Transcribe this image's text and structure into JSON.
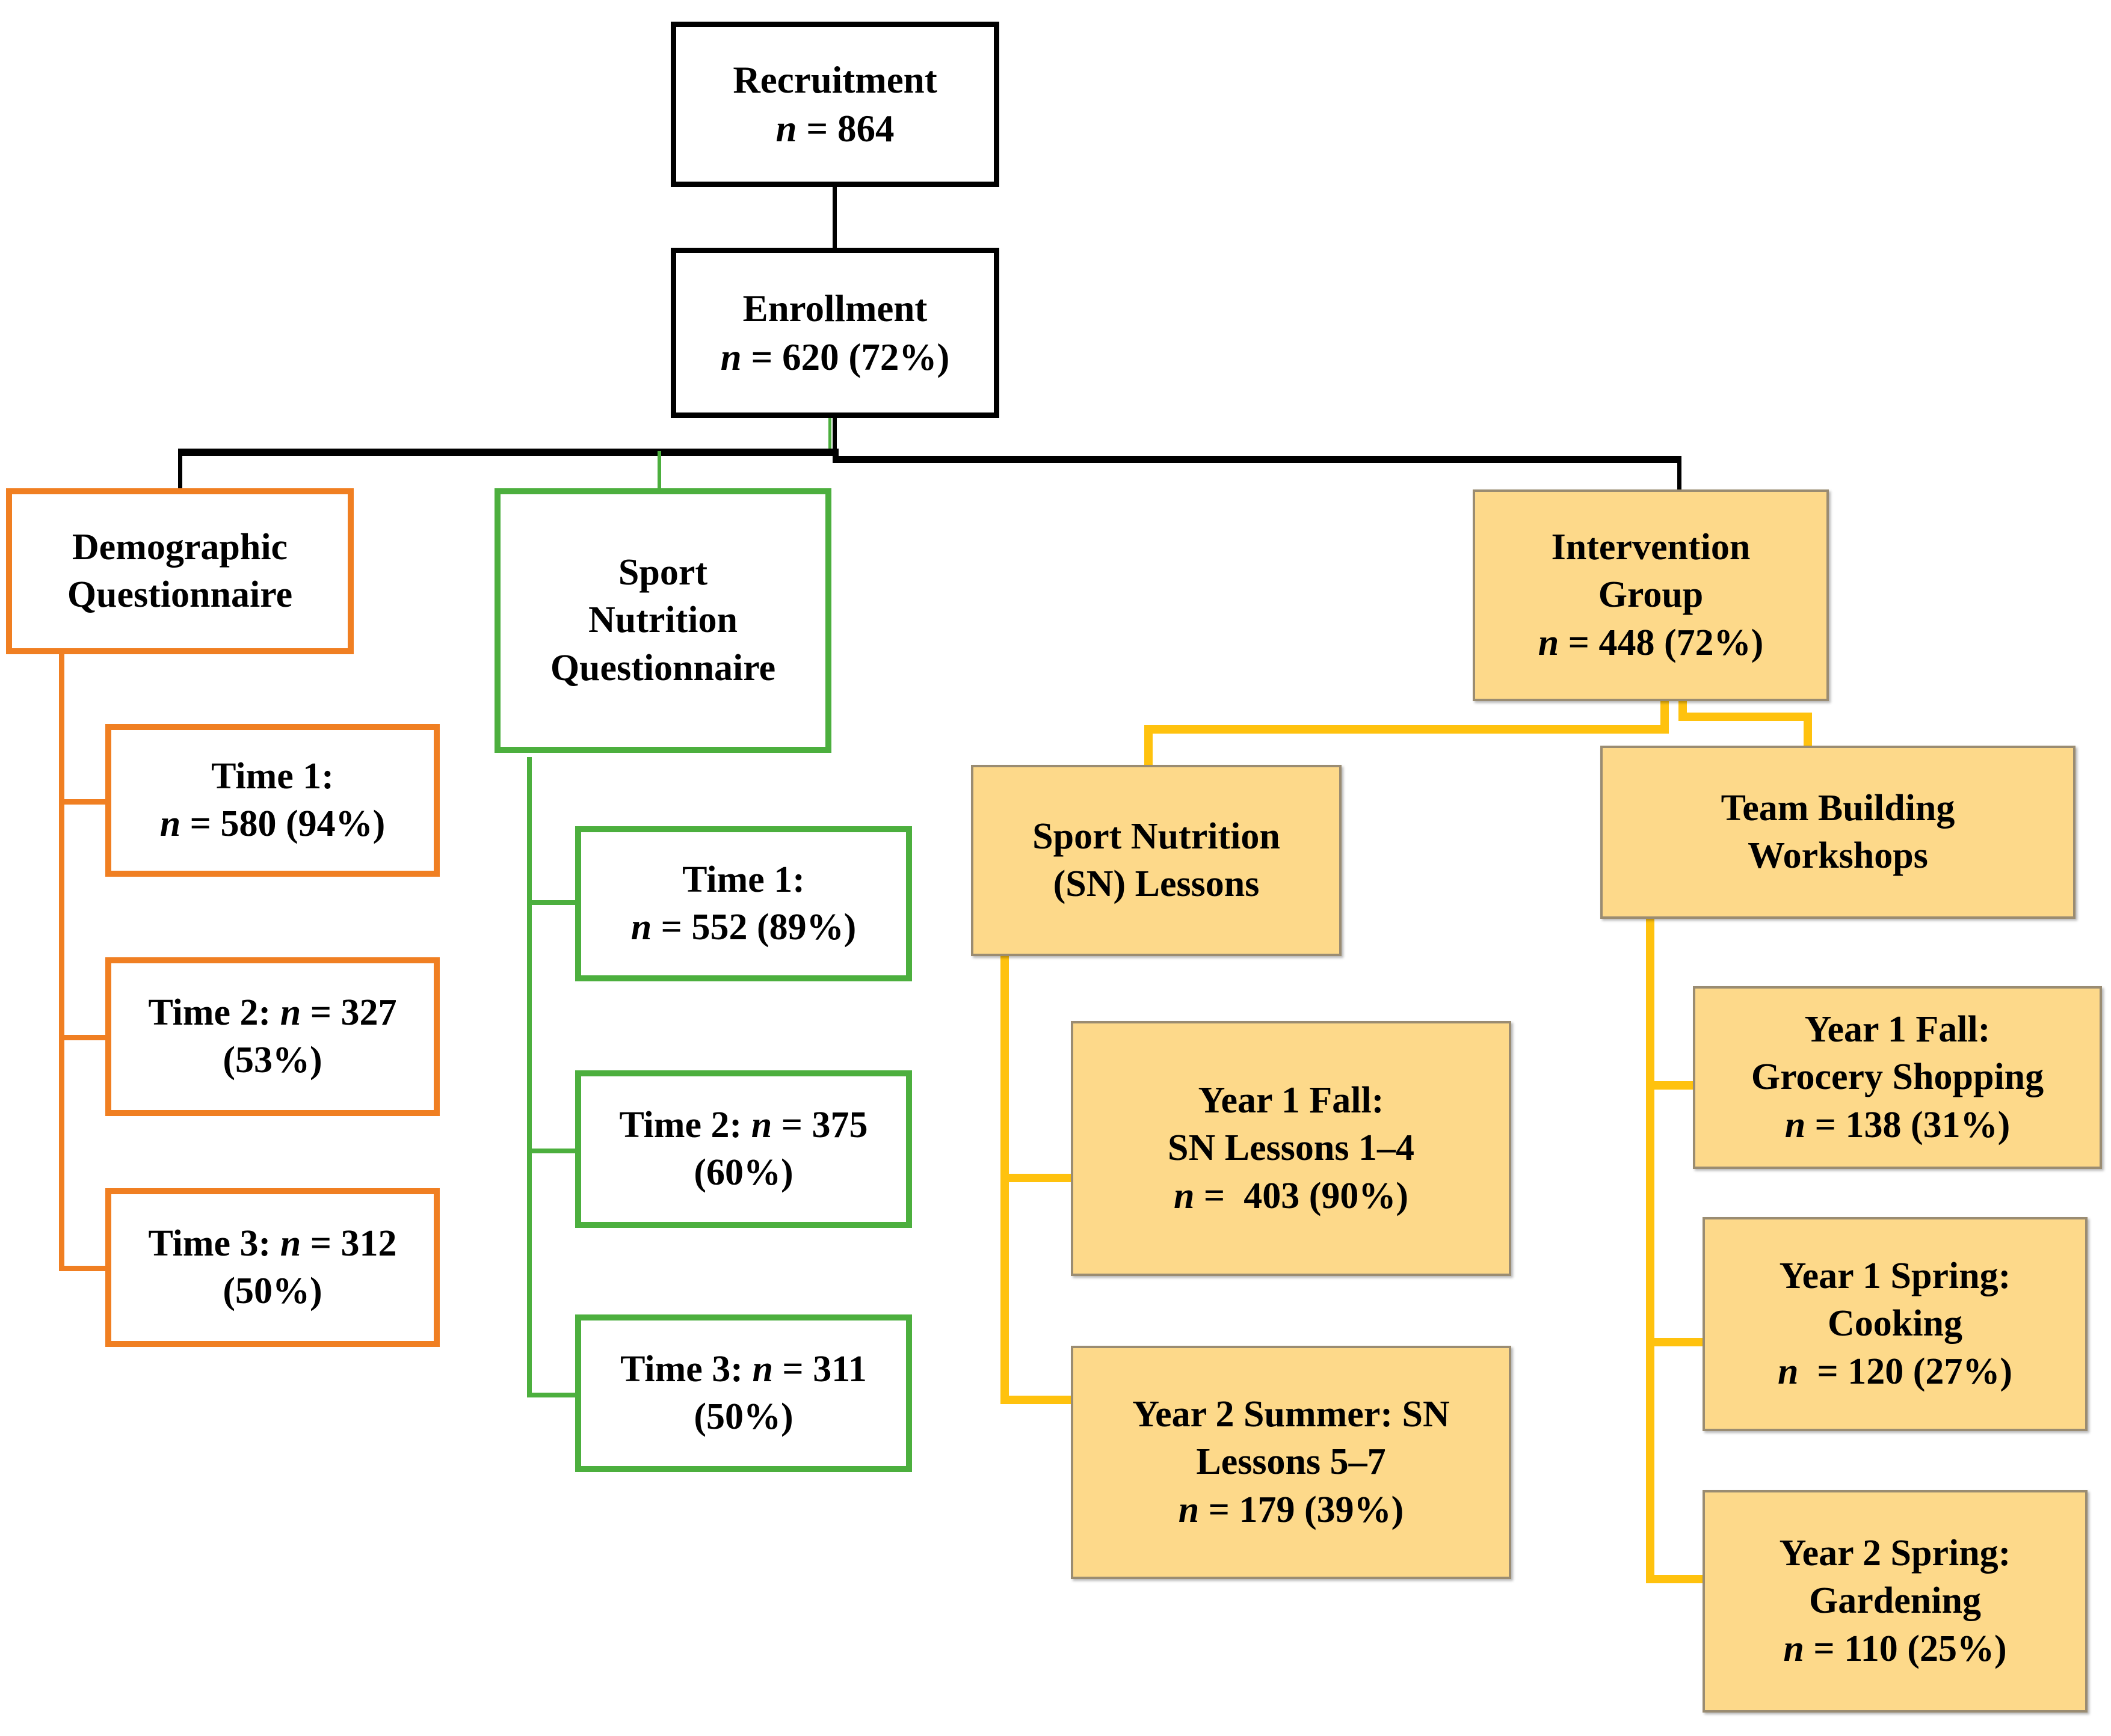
{
  "diagram": {
    "title": "Study participant flow diagram",
    "colors": {
      "black_outline": "#000000",
      "orange_outline": "#F07F22",
      "green_outline": "#4CAF3E",
      "amber_fill": "#FDD98A",
      "amber_border": "#9A8C72",
      "amber_connector": "#FFC20E"
    }
  },
  "nodes": {
    "recruitment": {
      "line1": "Recruitment",
      "line2_pre": "n",
      "line2_post": " = 864"
    },
    "enrollment": {
      "line1": "Enrollment",
      "line2_pre": "n",
      "line2_post": " = 620 (72%)"
    },
    "demographic_questionnaire": {
      "line1": "Demographic",
      "line2": "Questionnaire"
    },
    "demo_time1": {
      "line1": "Time 1:",
      "line2_pre": "n",
      "line2_post": " = 580 (94%)"
    },
    "demo_time2": {
      "line1_pre": "Time 2: ",
      "line1_mid": "n",
      "line1_post": " = 327",
      "line2": "(53%)"
    },
    "demo_time3": {
      "line1_pre": "Time 3: ",
      "line1_mid": "n",
      "line1_post": " = 312",
      "line2": "(50%)"
    },
    "sport_nutrition_questionnaire": {
      "line1": "Sport",
      "line2": "Nutrition",
      "line3": "Questionnaire"
    },
    "snq_time1": {
      "line1": "Time 1:",
      "line2_pre": "n",
      "line2_post": " = 552 (89%)"
    },
    "snq_time2": {
      "line1_pre": "Time 2: ",
      "line1_mid": "n",
      "line1_post": " = 375",
      "line2": "(60%)"
    },
    "snq_time3": {
      "line1_pre": "Time 3: ",
      "line1_mid": "n",
      "line1_post": " = 311",
      "line2": "(50%)"
    },
    "intervention_group": {
      "line1": "Intervention",
      "line2": "Group",
      "line3_pre": "n",
      "line3_post": " = 448 (72%)"
    },
    "sn_lessons": {
      "line1": "Sport Nutrition",
      "line2": "(SN) Lessons"
    },
    "sn_year1_fall": {
      "line1": "Year 1 Fall:",
      "line2": "SN Lessons 1–4",
      "line3_pre": "n",
      "line3_post": " =  403 (90%)"
    },
    "sn_year2_summer": {
      "line1": "Year 2 Summer: SN",
      "line2": "Lessons 5–7",
      "line3_pre": "n",
      "line3_post": " = 179 (39%)"
    },
    "team_building_workshops": {
      "line1": "Team Building",
      "line2": "Workshops"
    },
    "tb_year1_fall": {
      "line1": "Year 1 Fall:",
      "line2": "Grocery Shopping",
      "line3_pre": "n",
      "line3_post": " = 138 (31%)"
    },
    "tb_year1_spring": {
      "line1": "Year 1 Spring:",
      "line2": "Cooking",
      "line3_pre": "n",
      "line3_post": "  = 120 (27%)"
    },
    "tb_year2_spring": {
      "line1": "Year 2 Spring:",
      "line2": "Gardening",
      "line3_pre": "n",
      "line3_post": " = 110 (25%)"
    }
  },
  "chart_data": {
    "type": "flowchart",
    "title": "Participant flow through recruitment, enrollment, assessments and intervention",
    "nodes": [
      {
        "id": "recruitment",
        "label": "Recruitment",
        "n": 864,
        "percent": null,
        "style": "black-outline"
      },
      {
        "id": "enrollment",
        "label": "Enrollment",
        "n": 620,
        "percent": 72,
        "style": "black-outline"
      },
      {
        "id": "demographic_questionnaire",
        "label": "Demographic Questionnaire",
        "n": null,
        "percent": null,
        "style": "orange-outline"
      },
      {
        "id": "demo_time1",
        "label": "Time 1",
        "n": 580,
        "percent": 94,
        "style": "orange-outline"
      },
      {
        "id": "demo_time2",
        "label": "Time 2",
        "n": 327,
        "percent": 53,
        "style": "orange-outline"
      },
      {
        "id": "demo_time3",
        "label": "Time 3",
        "n": 312,
        "percent": 50,
        "style": "orange-outline"
      },
      {
        "id": "sport_nutrition_questionnaire",
        "label": "Sport Nutrition Questionnaire",
        "n": null,
        "percent": null,
        "style": "green-outline"
      },
      {
        "id": "snq_time1",
        "label": "Time 1",
        "n": 552,
        "percent": 89,
        "style": "green-outline"
      },
      {
        "id": "snq_time2",
        "label": "Time 2",
        "n": 375,
        "percent": 60,
        "style": "green-outline"
      },
      {
        "id": "snq_time3",
        "label": "Time 3",
        "n": 311,
        "percent": 50,
        "style": "green-outline"
      },
      {
        "id": "intervention_group",
        "label": "Intervention Group",
        "n": 448,
        "percent": 72,
        "style": "amber-fill"
      },
      {
        "id": "sn_lessons",
        "label": "Sport Nutrition (SN) Lessons",
        "n": null,
        "percent": null,
        "style": "amber-fill"
      },
      {
        "id": "sn_year1_fall",
        "label": "Year 1 Fall: SN Lessons 1-4",
        "n": 403,
        "percent": 90,
        "style": "amber-fill"
      },
      {
        "id": "sn_year2_summer",
        "label": "Year 2 Summer: SN Lessons 5-7",
        "n": 179,
        "percent": 39,
        "style": "amber-fill"
      },
      {
        "id": "team_building_workshops",
        "label": "Team Building Workshops",
        "n": null,
        "percent": null,
        "style": "amber-fill"
      },
      {
        "id": "tb_year1_fall",
        "label": "Year 1 Fall: Grocery Shopping",
        "n": 138,
        "percent": 31,
        "style": "amber-fill"
      },
      {
        "id": "tb_year1_spring",
        "label": "Year 1 Spring: Cooking",
        "n": 120,
        "percent": 27,
        "style": "amber-fill"
      },
      {
        "id": "tb_year2_spring",
        "label": "Year 2 Spring: Gardening",
        "n": 110,
        "percent": 25,
        "style": "amber-fill"
      }
    ],
    "edges": [
      {
        "from": "recruitment",
        "to": "enrollment"
      },
      {
        "from": "enrollment",
        "to": "demographic_questionnaire"
      },
      {
        "from": "enrollment",
        "to": "sport_nutrition_questionnaire"
      },
      {
        "from": "enrollment",
        "to": "intervention_group"
      },
      {
        "from": "demographic_questionnaire",
        "to": "demo_time1"
      },
      {
        "from": "demographic_questionnaire",
        "to": "demo_time2"
      },
      {
        "from": "demographic_questionnaire",
        "to": "demo_time3"
      },
      {
        "from": "sport_nutrition_questionnaire",
        "to": "snq_time1"
      },
      {
        "from": "sport_nutrition_questionnaire",
        "to": "snq_time2"
      },
      {
        "from": "sport_nutrition_questionnaire",
        "to": "snq_time3"
      },
      {
        "from": "intervention_group",
        "to": "sn_lessons"
      },
      {
        "from": "intervention_group",
        "to": "team_building_workshops"
      },
      {
        "from": "sn_lessons",
        "to": "sn_year1_fall"
      },
      {
        "from": "sn_lessons",
        "to": "sn_year2_summer"
      },
      {
        "from": "team_building_workshops",
        "to": "tb_year1_fall"
      },
      {
        "from": "team_building_workshops",
        "to": "tb_year1_spring"
      },
      {
        "from": "team_building_workshops",
        "to": "tb_year2_spring"
      }
    ]
  }
}
